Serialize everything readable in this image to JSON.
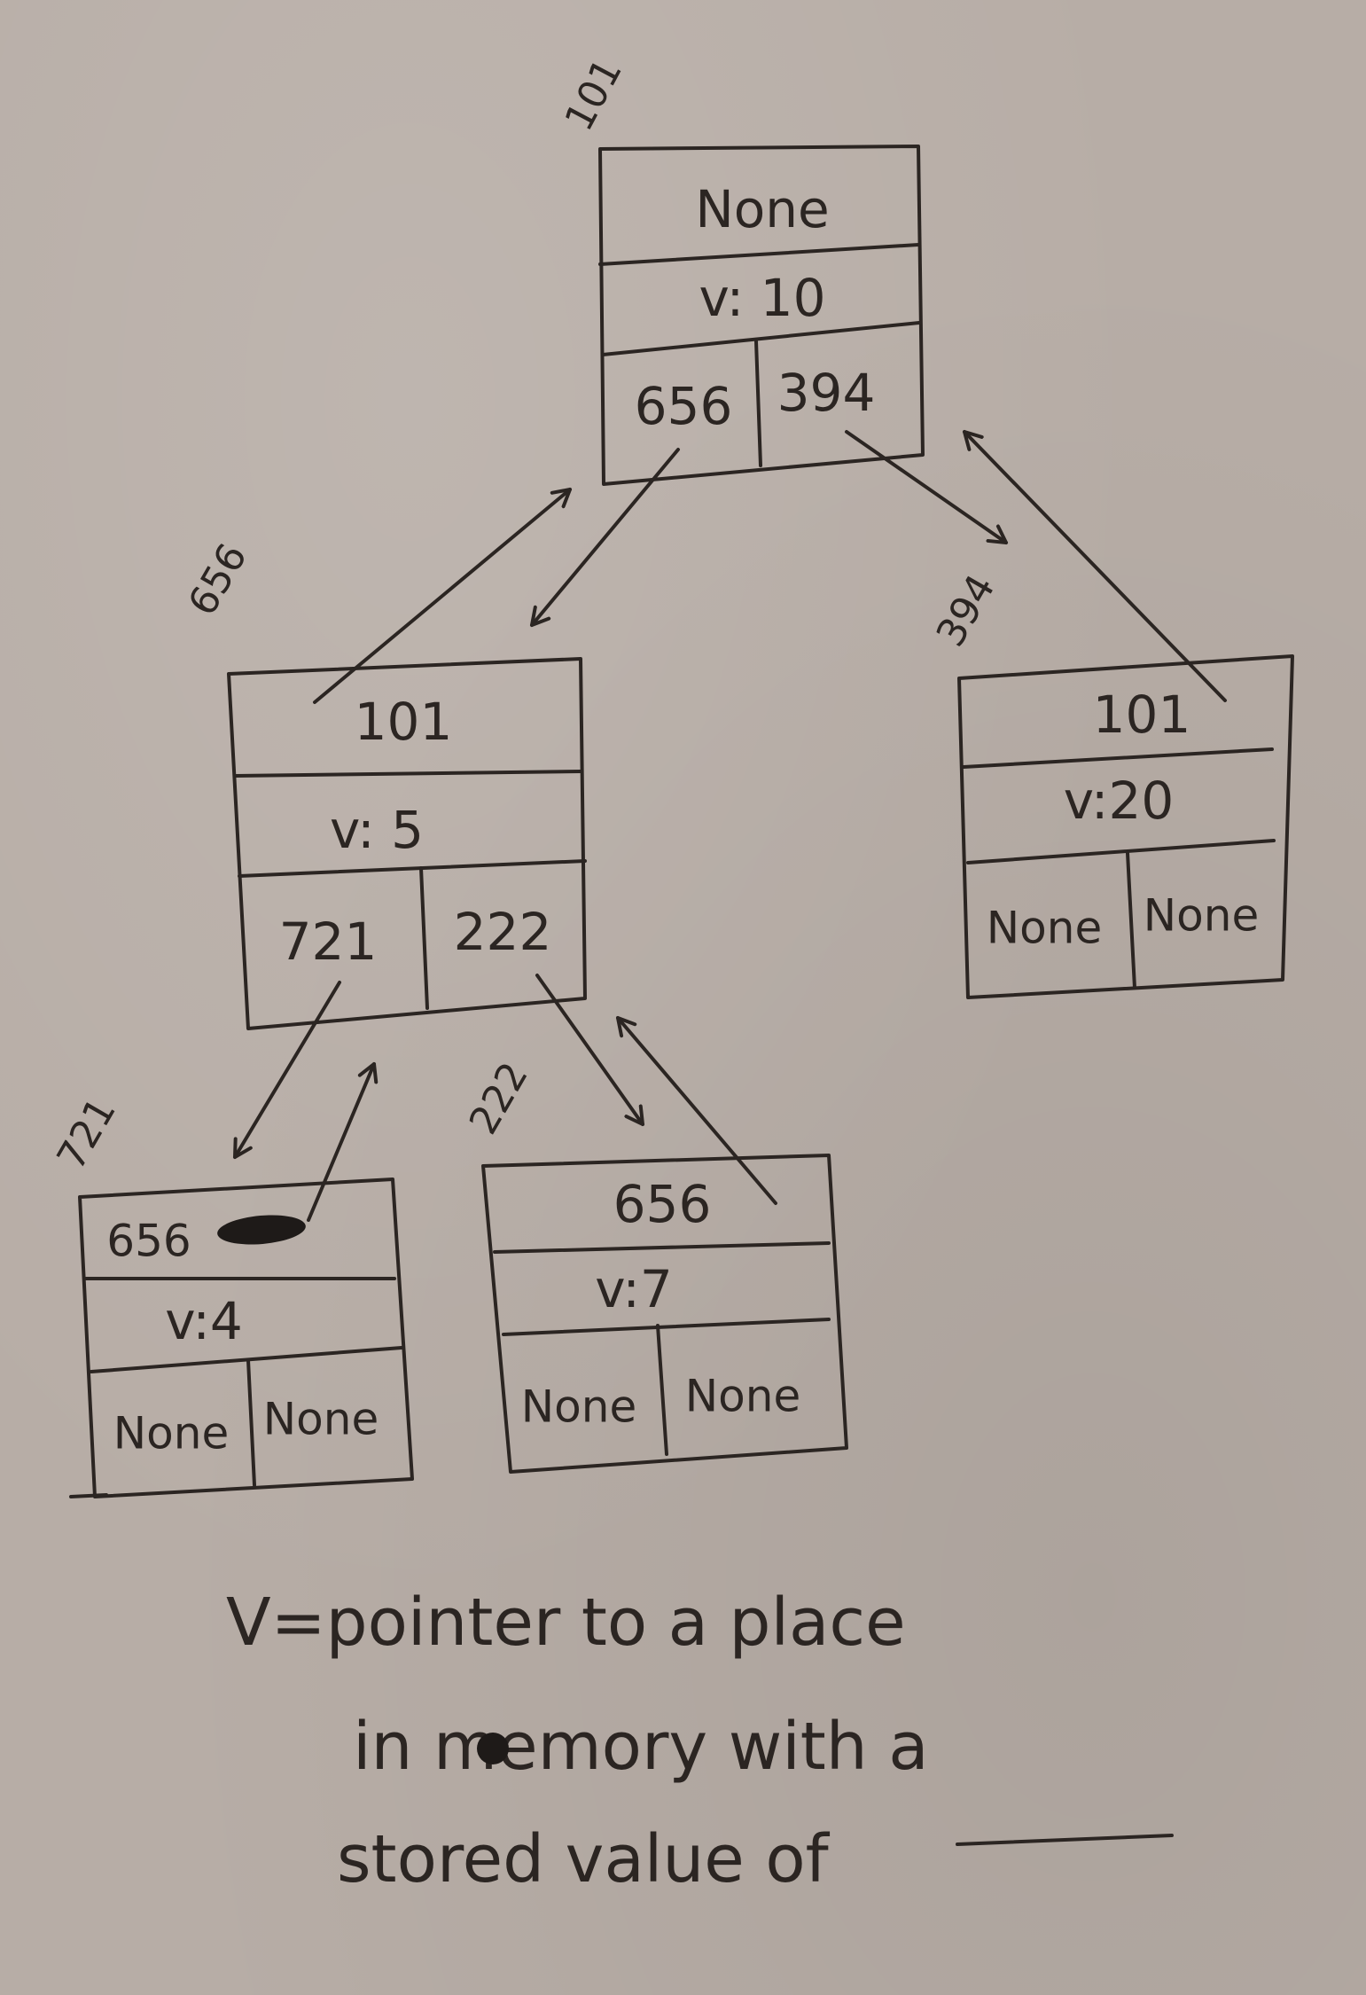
{
  "nodes": {
    "root": {
      "address": "101",
      "parent": "None",
      "value": "v: 10",
      "left": "656",
      "right": "394"
    },
    "left": {
      "address": "656",
      "parent": "101",
      "value": "v: 5",
      "left": "721",
      "right": "222"
    },
    "right": {
      "address": "394",
      "parent": "101",
      "value": "v:20",
      "left": "None",
      "right": "None"
    },
    "leftleft": {
      "address": "721",
      "parent": "656",
      "value": "v:4",
      "left": "None",
      "right": "None"
    },
    "leftright": {
      "address": "222",
      "parent": "656",
      "value": "v:7",
      "left": "None",
      "right": "None"
    }
  },
  "note": {
    "line1": "V=pointer to a place",
    "line2": "in memory with a",
    "line3": "stored value of"
  }
}
